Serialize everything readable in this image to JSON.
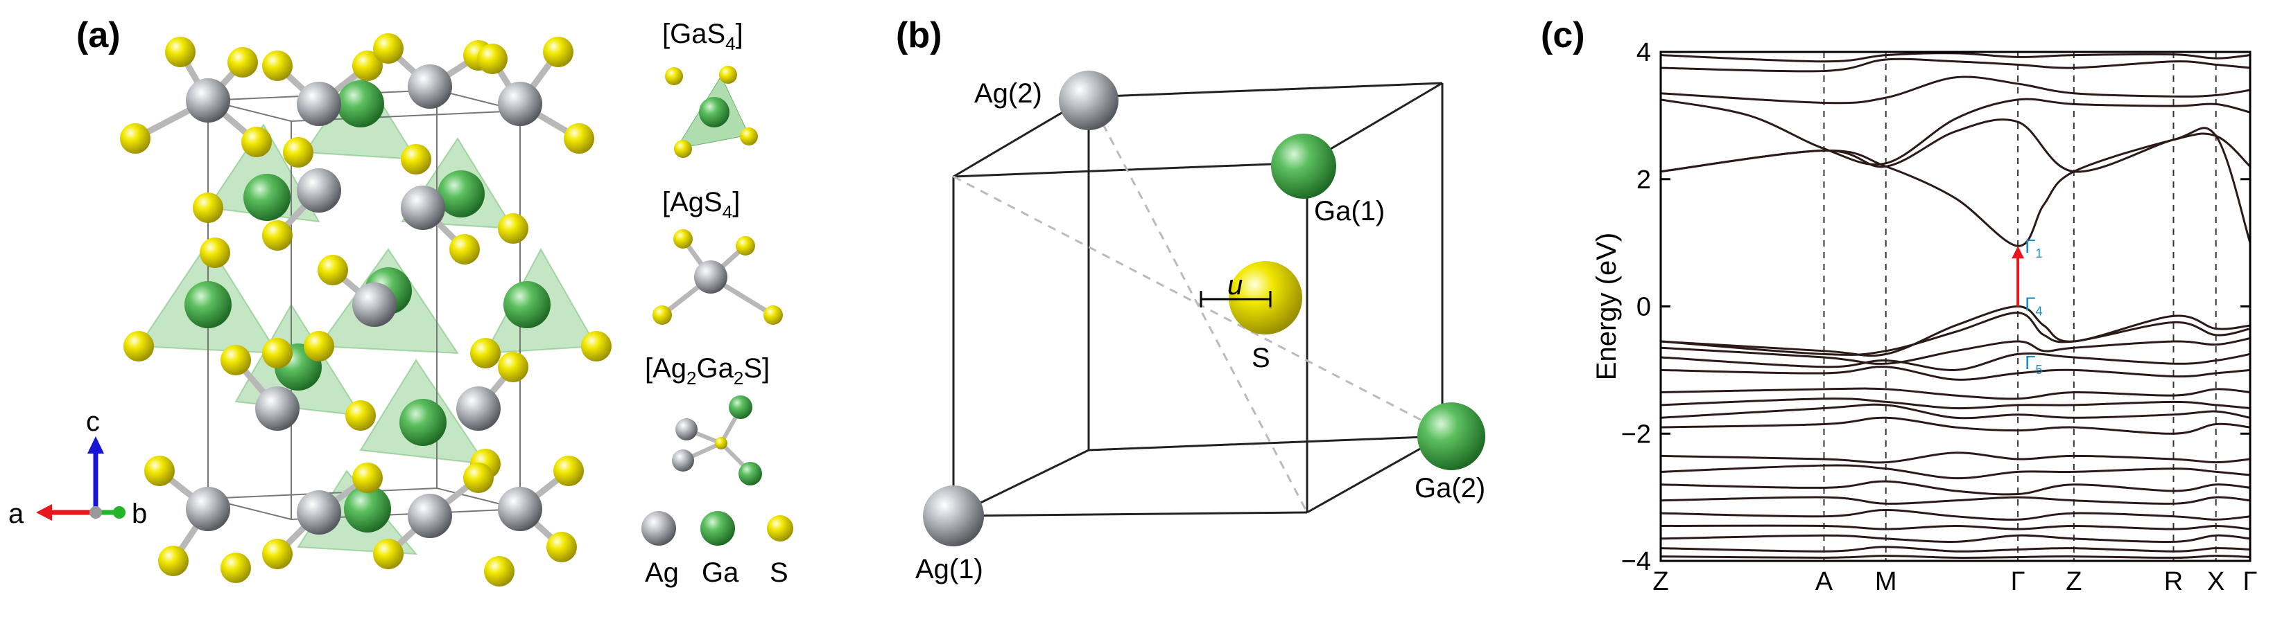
{
  "panels": {
    "a": {
      "label": "(a)",
      "units": [
        {
          "prefix": "[GaS",
          "sub": "4",
          "suffix": "]"
        },
        {
          "prefix": "[AgS",
          "sub": "4",
          "suffix": "]"
        },
        {
          "prefix": "[Ag",
          "sub": "2",
          "mid": "Ga",
          "sub2": "2",
          "suffix": "S]"
        }
      ],
      "legend": [
        "Ag",
        "Ga",
        "S"
      ],
      "axes": {
        "a": "a",
        "b": "b",
        "c": "c"
      }
    },
    "b": {
      "label": "(b)",
      "atoms": {
        "ag1": "Ag(1)",
        "ag2": "Ag(2)",
        "ga1": "Ga(1)",
        "ga2": "Ga(2)",
        "s": "S"
      },
      "u_label": "u"
    },
    "c": {
      "label": "(c)"
    }
  },
  "colors": {
    "ag": "#9a9da3",
    "ga": "#3f9a47",
    "s": "#f0e400",
    "polyhedron": "#7cc77c",
    "bands": "#2b1a17",
    "transition": "#e8171d",
    "gamma_label": "#1a8fc4"
  },
  "chart_data": {
    "type": "line",
    "title": "",
    "xlabel": "",
    "ylabel": "Energy (eV)",
    "ylim": [
      -4,
      4
    ],
    "yticks": [
      4,
      2,
      0,
      -2,
      -4
    ],
    "kpath": [
      {
        "label": "Z",
        "x": 0
      },
      {
        "label": "A",
        "x": 0.277
      },
      {
        "label": "M",
        "x": 0.382
      },
      {
        "label": "Γ",
        "x": 0.606
      },
      {
        "label": "Z",
        "x": 0.701
      },
      {
        "label": "R",
        "x": 0.87
      },
      {
        "label": "X",
        "x": 0.942
      },
      {
        "label": "Γ",
        "x": 1
      }
    ],
    "gamma_points": [
      {
        "label": "Γ",
        "sub": "1",
        "energy": 0.95
      },
      {
        "label": "Γ",
        "sub": "4",
        "energy": 0.0
      },
      {
        "label": "Γ",
        "sub": "5",
        "energy": -0.55
      }
    ],
    "transition": {
      "from": 0.0,
      "to": 0.95
    },
    "series": [
      {
        "x": [
          0,
          0.277,
          0.382,
          0.5,
          0.606,
          0.65,
          0.701,
          0.87,
          0.942,
          1
        ],
        "values": [
          2.12,
          2.45,
          2.2,
          1.7,
          0.95,
          1.6,
          2.12,
          2.62,
          2.68,
          1.0
        ]
      },
      {
        "x": [
          0,
          0.277,
          0.382,
          0.5,
          0.606,
          0.701,
          0.87,
          0.942,
          1
        ],
        "values": [
          2.12,
          2.45,
          2.2,
          2.75,
          2.9,
          2.12,
          2.62,
          2.68,
          2.2
        ]
      },
      {
        "x": [
          0,
          0.15,
          0.277,
          0.382,
          0.5,
          0.606,
          0.701,
          0.87,
          0.942,
          1
        ],
        "values": [
          3.25,
          3.0,
          2.48,
          2.25,
          2.95,
          3.25,
          3.18,
          3.15,
          3.18,
          3.05
        ]
      },
      {
        "x": [
          0,
          0.277,
          0.382,
          0.5,
          0.606,
          0.701,
          0.87,
          0.942,
          1
        ],
        "values": [
          3.35,
          3.2,
          3.28,
          3.6,
          3.5,
          3.35,
          3.3,
          3.32,
          3.4
        ]
      },
      {
        "x": [
          0,
          0.277,
          0.382,
          0.5,
          0.606,
          0.701,
          0.87,
          0.942,
          1
        ],
        "values": [
          3.75,
          3.7,
          3.88,
          3.85,
          3.8,
          3.75,
          3.85,
          3.8,
          3.75
        ]
      },
      {
        "x": [
          0,
          0.277,
          0.382,
          0.5,
          0.606,
          0.701,
          0.87,
          0.942,
          1
        ],
        "values": [
          3.95,
          3.85,
          3.95,
          3.98,
          3.92,
          3.95,
          3.96,
          3.9,
          3.95
        ]
      },
      {
        "x": [
          0,
          0.277,
          0.382,
          0.5,
          0.606,
          0.65,
          0.701,
          0.87,
          0.942,
          1
        ],
        "values": [
          -0.55,
          -0.7,
          -0.75,
          -0.3,
          0.0,
          -0.3,
          -0.55,
          -0.15,
          -0.35,
          -0.3
        ]
      },
      {
        "x": [
          0,
          0.277,
          0.382,
          0.5,
          0.606,
          0.65,
          0.701,
          0.87,
          0.942,
          1
        ],
        "values": [
          -0.55,
          -0.75,
          -0.7,
          -0.4,
          -0.1,
          -0.45,
          -0.55,
          -0.25,
          -0.45,
          -0.35
        ]
      },
      {
        "x": [
          0,
          0.277,
          0.382,
          0.5,
          0.606,
          0.65,
          0.701,
          0.87,
          0.942,
          1
        ],
        "values": [
          -0.65,
          -0.8,
          -0.9,
          -0.7,
          -0.55,
          -0.7,
          -0.65,
          -0.55,
          -0.6,
          -0.5
        ]
      },
      {
        "x": [
          0,
          0.277,
          0.382,
          0.5,
          0.606,
          0.701,
          0.87,
          0.942,
          1
        ],
        "values": [
          -0.8,
          -0.95,
          -0.85,
          -1.0,
          -0.75,
          -0.8,
          -0.9,
          -0.85,
          -0.75
        ]
      },
      {
        "x": [
          0,
          0.277,
          0.382,
          0.5,
          0.606,
          0.701,
          0.87,
          0.942,
          1
        ],
        "values": [
          -1.0,
          -1.05,
          -0.95,
          -1.15,
          -1.05,
          -1.0,
          -1.1,
          -1.05,
          -1.0
        ]
      },
      {
        "x": [
          0,
          0.277,
          0.382,
          0.5,
          0.606,
          0.701,
          0.87,
          0.942,
          1
        ],
        "values": [
          -1.35,
          -1.3,
          -1.3,
          -1.4,
          -1.45,
          -1.35,
          -1.4,
          -1.3,
          -1.35
        ]
      },
      {
        "x": [
          0,
          0.277,
          0.382,
          0.5,
          0.606,
          0.701,
          0.87,
          0.942,
          1
        ],
        "values": [
          -1.55,
          -1.45,
          -1.5,
          -1.6,
          -1.55,
          -1.55,
          -1.5,
          -1.55,
          -1.6
        ]
      },
      {
        "x": [
          0,
          0.277,
          0.382,
          0.5,
          0.606,
          0.701,
          0.87,
          0.942,
          1
        ],
        "values": [
          -1.75,
          -1.6,
          -1.55,
          -1.75,
          -1.7,
          -1.75,
          -1.7,
          -1.65,
          -1.75
        ]
      },
      {
        "x": [
          0,
          0.277,
          0.382,
          0.5,
          0.606,
          0.701,
          0.87,
          0.942,
          1
        ],
        "values": [
          -1.9,
          -1.85,
          -1.75,
          -1.9,
          -1.95,
          -1.9,
          -2.0,
          -1.85,
          -1.9
        ]
      },
      {
        "x": [
          0,
          0.277,
          0.382,
          0.5,
          0.606,
          0.701,
          0.87,
          0.942,
          1
        ],
        "values": [
          -2.35,
          -2.4,
          -2.45,
          -2.3,
          -2.4,
          -2.35,
          -2.4,
          -2.45,
          -2.4
        ]
      },
      {
        "x": [
          0,
          0.277,
          0.382,
          0.5,
          0.606,
          0.701,
          0.87,
          0.942,
          1
        ],
        "values": [
          -2.6,
          -2.5,
          -2.55,
          -2.7,
          -2.6,
          -2.6,
          -2.55,
          -2.6,
          -2.65
        ]
      },
      {
        "x": [
          0,
          0.277,
          0.382,
          0.5,
          0.606,
          0.701,
          0.87,
          0.942,
          1
        ],
        "values": [
          -2.8,
          -2.85,
          -2.75,
          -2.9,
          -2.95,
          -2.8,
          -2.9,
          -2.8,
          -2.85
        ]
      },
      {
        "x": [
          0,
          0.277,
          0.382,
          0.5,
          0.606,
          0.701,
          0.87,
          0.942,
          1
        ],
        "values": [
          -3.05,
          -3.0,
          -3.1,
          -3.05,
          -3.0,
          -3.05,
          -3.1,
          -3.0,
          -3.05
        ]
      },
      {
        "x": [
          0,
          0.277,
          0.382,
          0.5,
          0.606,
          0.701,
          0.87,
          0.942,
          1
        ],
        "values": [
          -3.25,
          -3.3,
          -3.2,
          -3.3,
          -3.35,
          -3.25,
          -3.3,
          -3.35,
          -3.3
        ]
      },
      {
        "x": [
          0,
          0.277,
          0.382,
          0.5,
          0.606,
          0.701,
          0.87,
          0.942,
          1
        ],
        "values": [
          -3.45,
          -3.45,
          -3.5,
          -3.45,
          -3.5,
          -3.45,
          -3.5,
          -3.45,
          -3.5
        ]
      },
      {
        "x": [
          0,
          0.277,
          0.382,
          0.5,
          0.606,
          0.701,
          0.87,
          0.942,
          1
        ],
        "values": [
          -3.65,
          -3.6,
          -3.65,
          -3.7,
          -3.6,
          -3.65,
          -3.7,
          -3.6,
          -3.65
        ]
      },
      {
        "x": [
          0,
          0.277,
          0.382,
          0.5,
          0.606,
          0.701,
          0.87,
          0.942,
          1
        ],
        "values": [
          -3.8,
          -3.85,
          -3.78,
          -3.85,
          -3.82,
          -3.8,
          -3.85,
          -3.8,
          -3.82
        ]
      },
      {
        "x": [
          0,
          0.277,
          0.382,
          0.5,
          0.606,
          0.701,
          0.87,
          0.942,
          1
        ],
        "values": [
          -3.93,
          -3.95,
          -3.92,
          -3.95,
          -3.94,
          -3.93,
          -3.95,
          -3.92,
          -3.94
        ]
      }
    ]
  }
}
